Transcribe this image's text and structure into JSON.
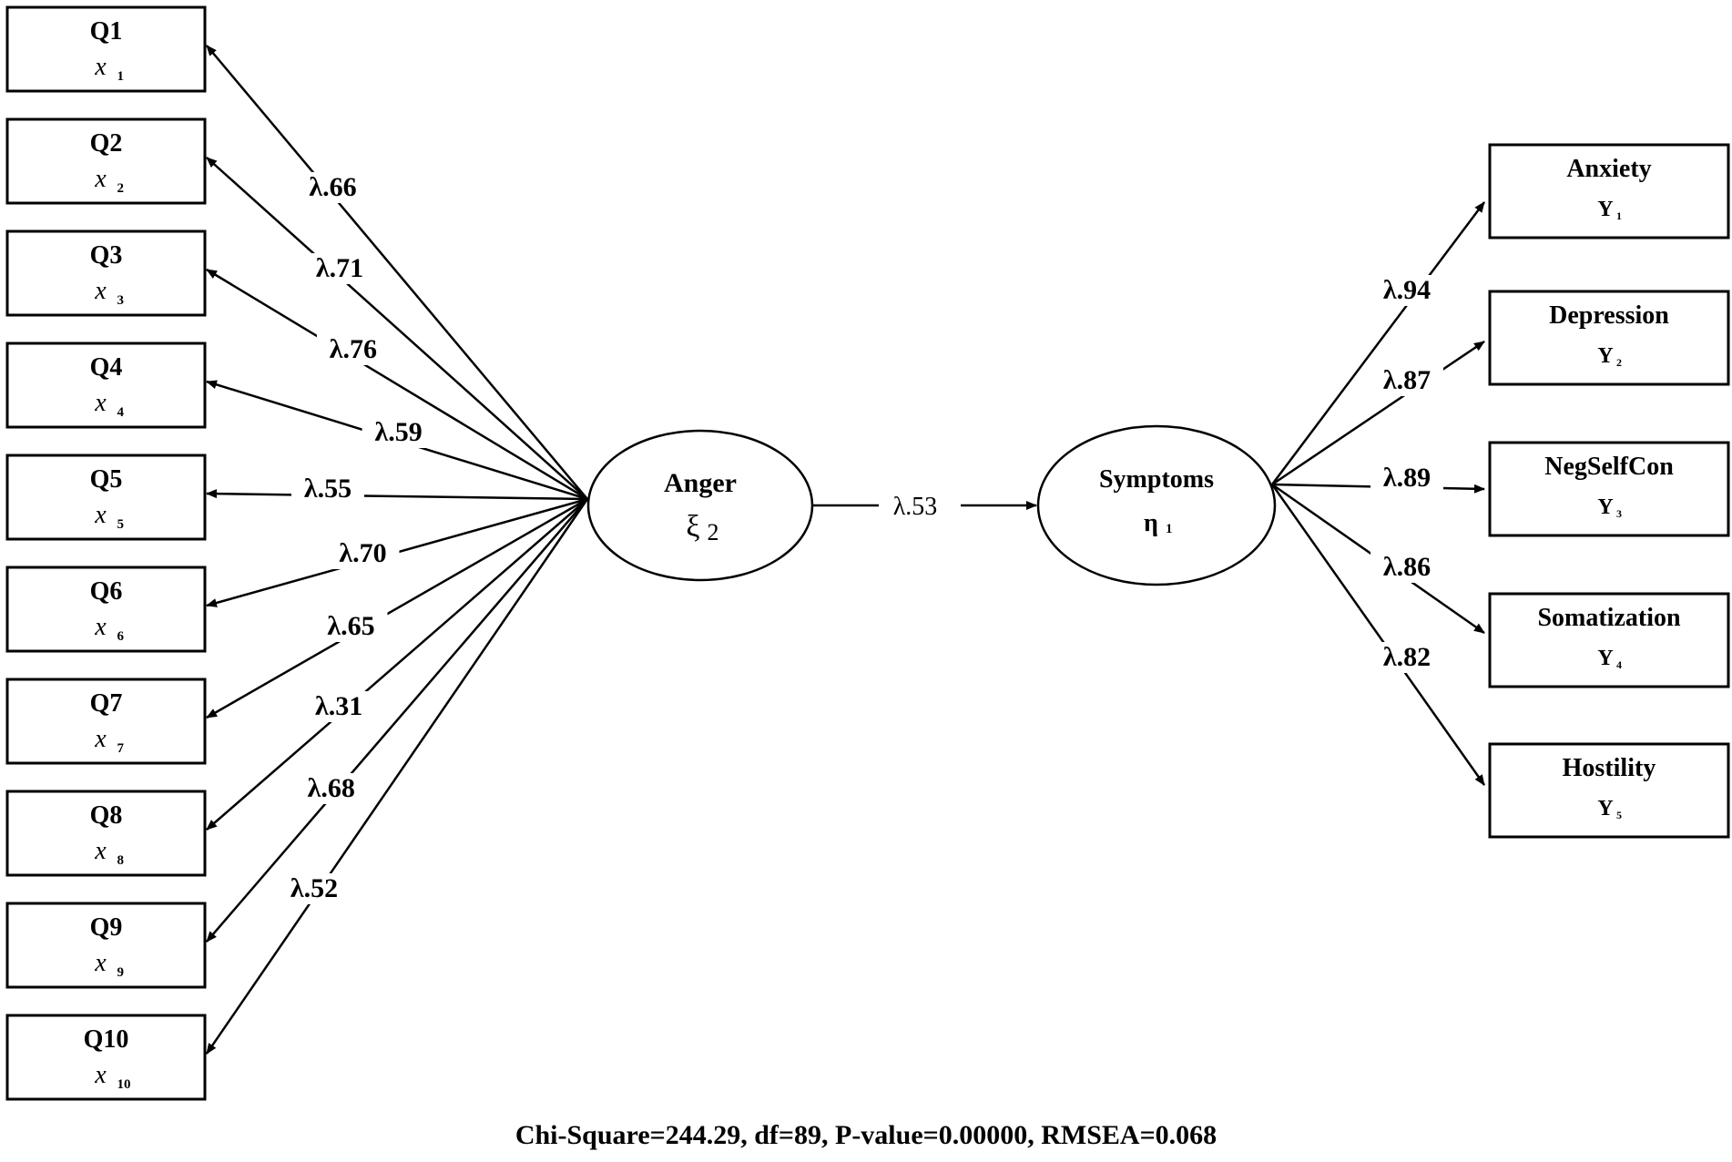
{
  "exogenous_indicators": [
    {
      "label": "Q1",
      "symbol": "x",
      "sub": "1",
      "loading": "λ.66"
    },
    {
      "label": "Q2",
      "symbol": "x",
      "sub": "2",
      "loading": "λ.71"
    },
    {
      "label": "Q3",
      "symbol": "x",
      "sub": "3",
      "loading": "λ.76"
    },
    {
      "label": "Q4",
      "symbol": "x",
      "sub": "4",
      "loading": "λ.59"
    },
    {
      "label": "Q5",
      "symbol": "x",
      "sub": "5",
      "loading": "λ.55"
    },
    {
      "label": "Q6",
      "symbol": "x",
      "sub": "6",
      "loading": "λ.70"
    },
    {
      "label": "Q7",
      "symbol": "x",
      "sub": "7",
      "loading": "λ.65"
    },
    {
      "label": "Q8",
      "symbol": "x",
      "sub": "8",
      "loading": "λ.31"
    },
    {
      "label": "Q9",
      "symbol": "x",
      "sub": "9",
      "loading": "λ.68"
    },
    {
      "label": "Q10",
      "symbol": "x",
      "sub": "10",
      "loading": "λ.52"
    }
  ],
  "exogenous_latent": {
    "label": "Anger",
    "symbol": "ξ",
    "sub": "2"
  },
  "structural_path": {
    "label": "λ.53"
  },
  "endogenous_latent": {
    "label": "Symptoms",
    "symbol": "η",
    "sub": "1"
  },
  "endogenous_indicators": [
    {
      "label": "Anxiety",
      "symbol": "Y",
      "sub": "1",
      "loading": "λ.94"
    },
    {
      "label": "Depression",
      "symbol": "Y",
      "sub": "2",
      "loading": "λ.87"
    },
    {
      "label": "NegSelfCon",
      "symbol": "Y",
      "sub": "3",
      "loading": "λ.89"
    },
    {
      "label": "Somatization",
      "symbol": "Y",
      "sub": "4",
      "loading": "λ.86"
    },
    {
      "label": "Hostility",
      "symbol": "Y",
      "sub": "5",
      "loading": "λ.82"
    }
  ],
  "fit_statistics": "Chi-Square=244.29,  df=89,   P-value=0.00000,  RMSEA=0.068"
}
